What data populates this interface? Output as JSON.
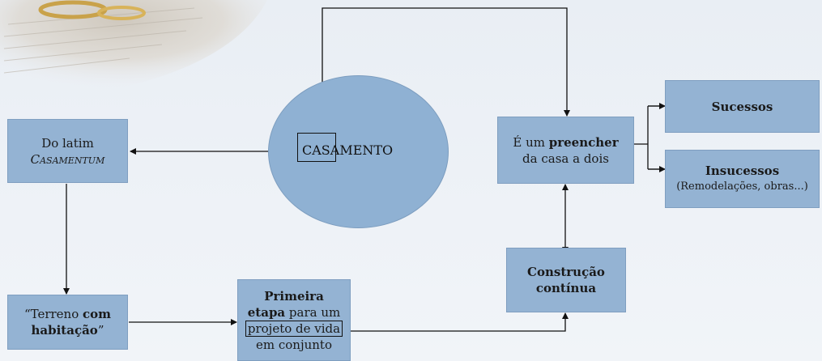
{
  "center": {
    "label": "CASAMENTO"
  },
  "latim": {
    "line1": "Do latim",
    "line2": "Casamentum"
  },
  "terreno": {
    "open": "“Terreno ",
    "bold1": "com",
    "bold2": "habitação",
    "close": "”"
  },
  "primeira": {
    "bold1": "Primeira",
    "bold2": "etapa",
    "rest2": " para um",
    "framed": "projeto de vida",
    "line4": "em conjunto"
  },
  "construcao": {
    "line1": "Construção",
    "line2": "contínua"
  },
  "preencher": {
    "pre": "É um ",
    "bold": "preencher",
    "line2": "da casa a dois"
  },
  "sucessos": {
    "label": "Sucessos"
  },
  "insucessos": {
    "label": "Insucessos",
    "sub": "(Remodelações, obras...)"
  },
  "colors": {
    "box": "#94b3d3",
    "background": "#eef2f7",
    "arrow": "#111111"
  }
}
